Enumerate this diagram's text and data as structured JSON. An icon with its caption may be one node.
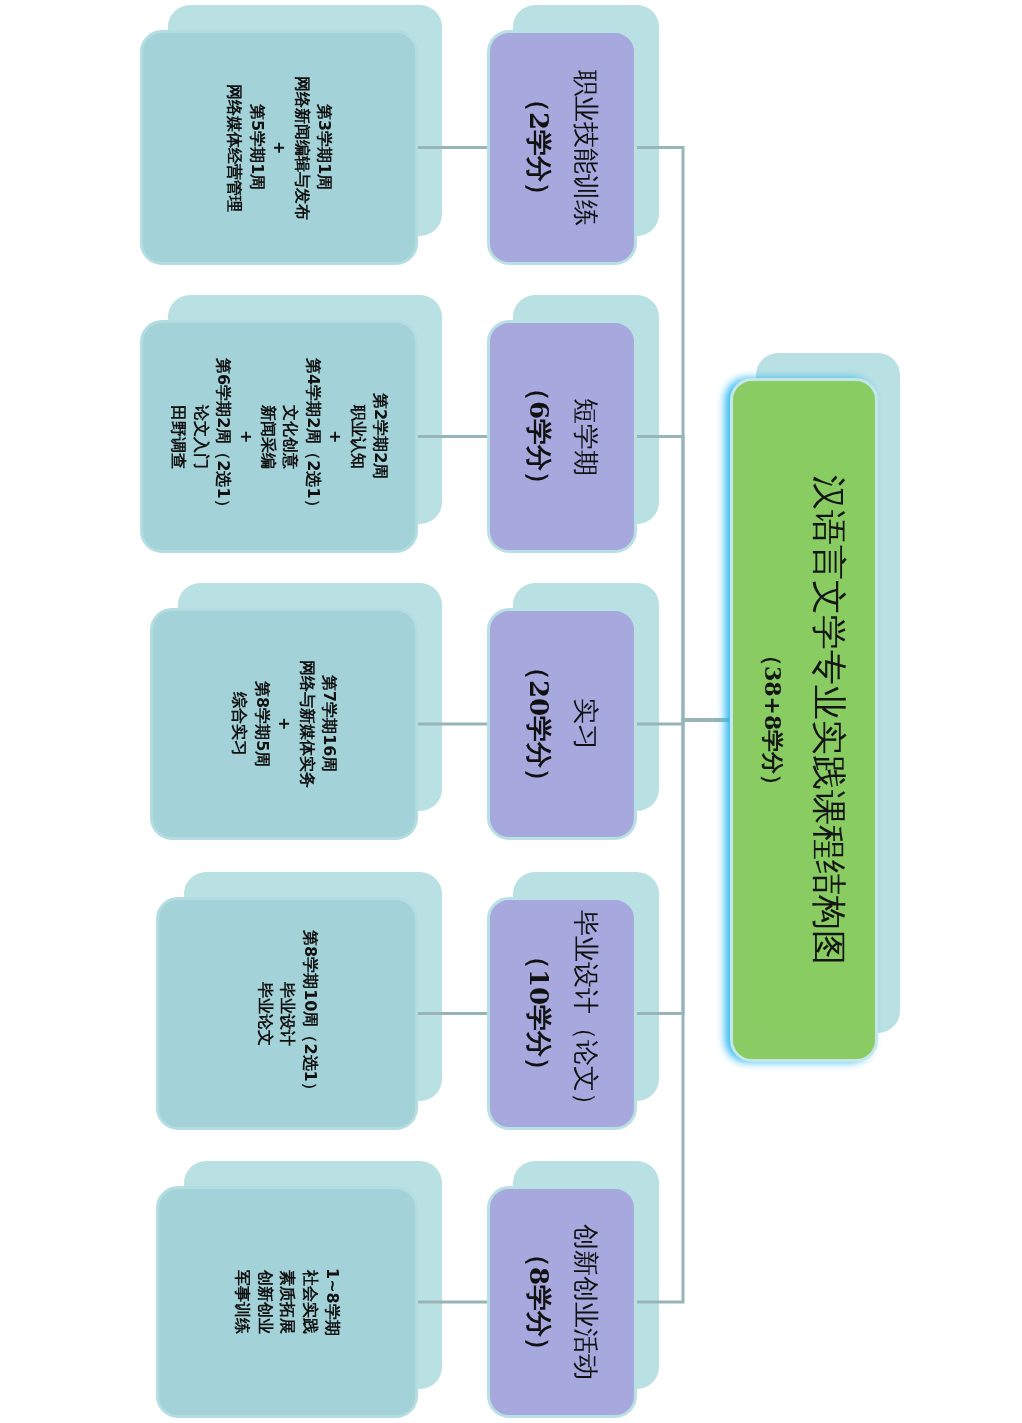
{
  "diagram": {
    "nodes": [
      {
        "text": [
          "汉语言文学专业实践课程结构图",
          "（38+8学分）"
        ]
      },
      {
        "text": [
          "职业技能训练",
          "（2学分）"
        ]
      },
      {
        "text": [
          "短学期",
          "（6学分）"
        ]
      },
      {
        "text": [
          "实习",
          "（20学分）"
        ]
      },
      {
        "text": [
          "毕业设计（论文）",
          "（10学分）"
        ]
      },
      {
        "text": [
          "创新创业活动",
          "（8学分）"
        ]
      },
      {
        "text": [
          "第3学期1周",
          "网络新闻编辑与发布",
          "+",
          "第5学期1周",
          "网络媒体经营管理"
        ]
      },
      {
        "text": [
          "第2学期2周",
          "职业认知",
          "+",
          "第4学期2周（2选1）",
          "文化创意",
          "新闻采编",
          "+",
          "第6学期2周（2选1）",
          "论文入门",
          "田野调查"
        ]
      },
      {
        "text": [
          "第7学期16周",
          "网络与新媒体实务",
          "+",
          "第8学期5周",
          "综合实习"
        ]
      },
      {
        "text": [
          "第8学期10周（2选1）",
          "毕业设计",
          "毕业论文"
        ]
      },
      {
        "text": [
          "1~8学期",
          "社会实践",
          "素质拓展",
          "创新创业",
          "军事训练"
        ]
      }
    ],
    "edges": [
      {
        "from": 0,
        "to": 1,
        "arrow": "none"
      },
      {
        "from": 0,
        "to": 2,
        "arrow": "none"
      },
      {
        "from": 0,
        "to": 3,
        "arrow": "none"
      },
      {
        "from": 0,
        "to": 4,
        "arrow": "none"
      },
      {
        "from": 0,
        "to": 5,
        "arrow": "none"
      },
      {
        "from": 1,
        "to": 6,
        "arrow": "none"
      },
      {
        "from": 2,
        "to": 7,
        "arrow": "none"
      },
      {
        "from": 3,
        "to": 8,
        "arrow": "none"
      },
      {
        "from": 4,
        "to": 9,
        "arrow": "none"
      },
      {
        "from": 5,
        "to": 10,
        "arrow": "none"
      }
    ]
  }
}
